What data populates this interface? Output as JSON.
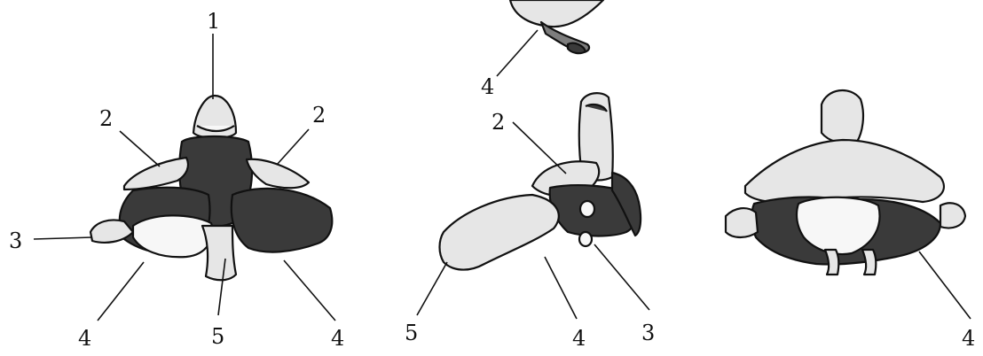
{
  "figure": {
    "labels": {
      "left_top_1": "1",
      "left_2_a": "2",
      "left_2_b": "2",
      "left_3": "3",
      "left_4_a": "4",
      "left_5": "5",
      "left_4_b": "4",
      "mid_top_4": "4",
      "mid_2": "2",
      "mid_5": "5",
      "mid_4": "4",
      "mid_3": "3",
      "right_4": "4"
    }
  }
}
